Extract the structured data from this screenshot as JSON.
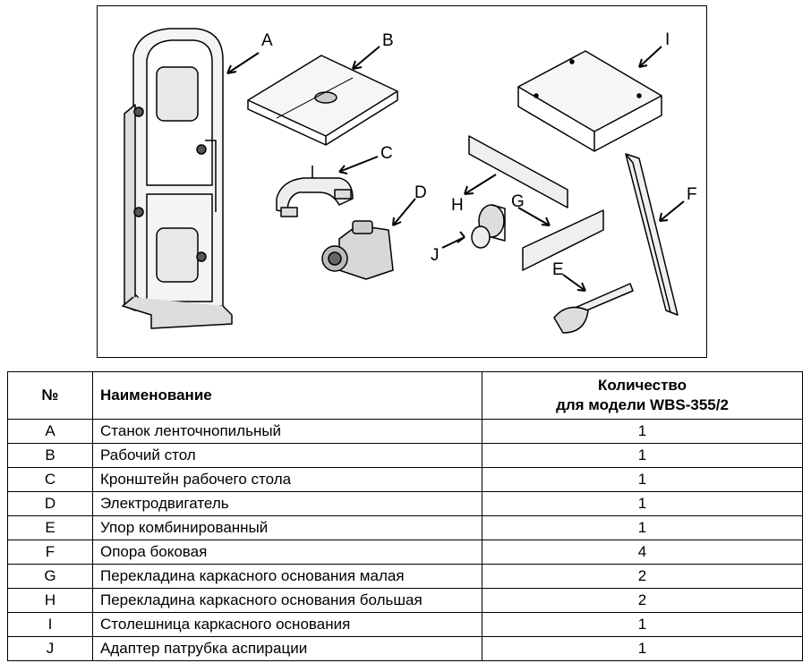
{
  "figure": {
    "callouts": [
      "A",
      "B",
      "C",
      "D",
      "E",
      "F",
      "G",
      "H",
      "I",
      "J"
    ]
  },
  "table": {
    "headers": {
      "no": "№",
      "name": "Наименование",
      "qty_line1": "Количество",
      "qty_line2": "для модели WBS-355/2"
    },
    "rows": [
      {
        "no": "A",
        "name": "Станок ленточнопильный",
        "qty": "1"
      },
      {
        "no": "B",
        "name": "Рабочий стол",
        "qty": "1"
      },
      {
        "no": "C",
        "name": "Кронштейн рабочего стола",
        "qty": "1"
      },
      {
        "no": "D",
        "name": "Электродвигатель",
        "qty": "1"
      },
      {
        "no": "E",
        "name": "Упор комбинированный",
        "qty": "1"
      },
      {
        "no": "F",
        "name": "Опора боковая",
        "qty": "4"
      },
      {
        "no": "G",
        "name": "Перекладина каркасного основания малая",
        "qty": "2"
      },
      {
        "no": "H",
        "name": "Перекладина каркасного основания большая",
        "qty": "2"
      },
      {
        "no": "I",
        "name": "Столешница каркасного основания",
        "qty": "1"
      },
      {
        "no": "J",
        "name": "Адаптер патрубка аспирации",
        "qty": "1"
      }
    ]
  }
}
